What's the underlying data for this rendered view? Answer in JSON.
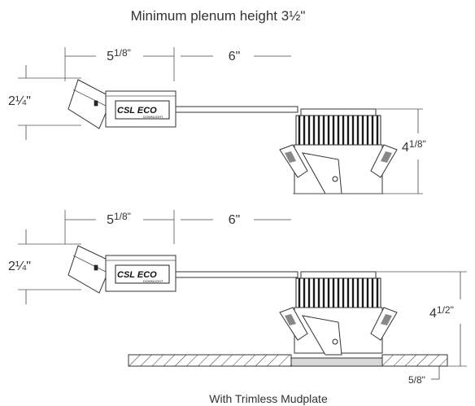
{
  "title": "Minimum plenum height  3½\"",
  "caption": "With Trimless Mudplate",
  "brand": {
    "logo": "CSL ECO",
    "sub": "DOWNLIGHT"
  },
  "top_view": {
    "box_width": "5",
    "box_width_frac": "1/8\"",
    "cable_length": "6\"",
    "box_height": "2¼\"",
    "fixture_height": "4",
    "fixture_height_frac": "1/8\""
  },
  "bottom_view": {
    "box_width": "5",
    "box_width_frac": "1/8\"",
    "cable_length": "6\"",
    "box_height": "2¼\"",
    "fixture_height": "4",
    "fixture_height_frac": "1/2\"",
    "mudplate_offset": "5/8\""
  }
}
